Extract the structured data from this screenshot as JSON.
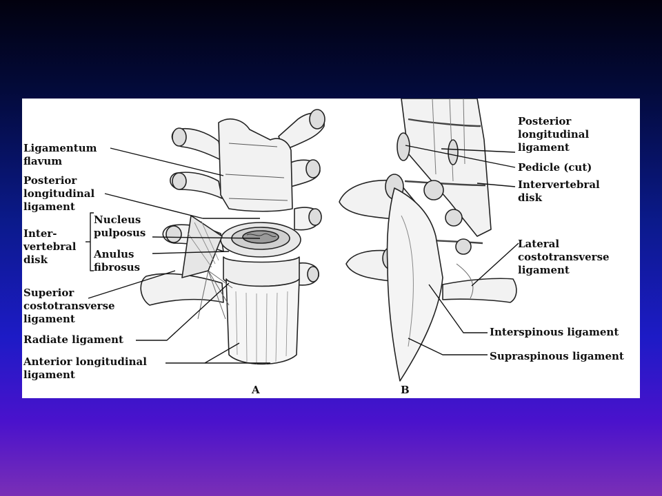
{
  "figure": {
    "panel_a": "A",
    "panel_b": "B",
    "labels_a": {
      "ligamentum_flavum": "Ligamentum\nflavum",
      "posterior_longitudinal": "Posterior\nlongitudinal\nligament",
      "intervertebral_disk": "Inter-\nvertebral\ndisk",
      "nucleus_pulposus": "Nucleus\npulposus",
      "anulus_fibrosus": "Anulus\nfibrosus",
      "superior_costotransverse": "Superior\ncostotransverse\nligament",
      "radiate": "Radiate ligament",
      "anterior_longitudinal": "Anterior longitudinal\nligament"
    },
    "labels_b": {
      "posterior_longitudinal": "Posterior\nlongitudinal\nligament",
      "pedicle_cut": "Pedicle (cut)",
      "intervertebral_disk": "Intervertebral\ndisk",
      "lateral_costotransverse": "Lateral\ncostotransverse\nligament",
      "interspinous": "Interspinous ligament",
      "supraspinous": "Supraspinous ligament"
    }
  }
}
